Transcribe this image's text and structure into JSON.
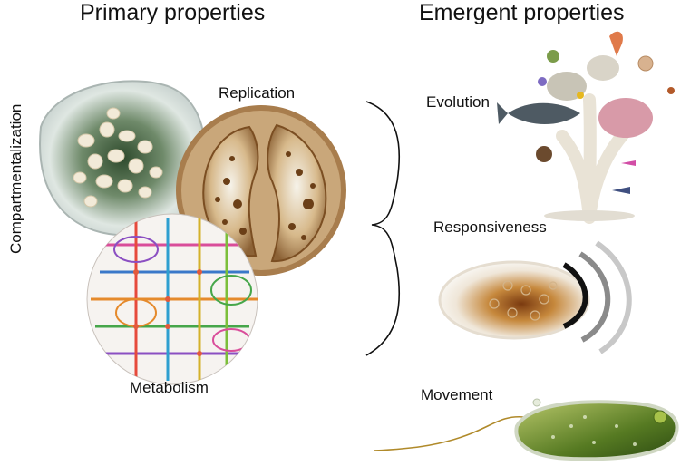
{
  "headings": {
    "primary": "Primary properties",
    "emergent": "Emergent properties"
  },
  "primary_properties": {
    "compartmentalization": "Compartmentalization",
    "replication": "Replication",
    "metabolism": "Metabolism"
  },
  "emergent_properties": {
    "evolution": "Evolution",
    "responsiveness": "Responsiveness",
    "movement": "Movement"
  },
  "colors": {
    "cell_green": "#3f5b3a",
    "dividing_cell_brown": "#b88a55",
    "protist_green": "#6f8f2e",
    "sound_wave_dark": "#111111",
    "sound_wave_light": "#c8c8c8"
  }
}
